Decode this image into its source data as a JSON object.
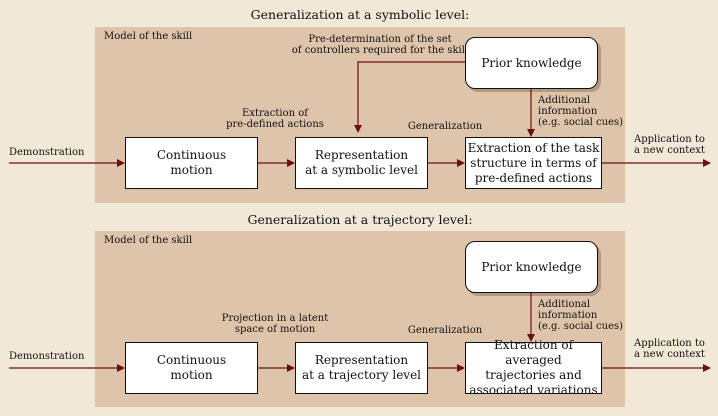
{
  "symbolic": {
    "heading": "Generalization at a symbolic level:",
    "panel_title": "Model of the skill",
    "demonstration": "Demonstration",
    "continuous_motion": "Continuous\nmotion",
    "representation": "Representation\nat a symbolic level",
    "extraction": "Extraction of the task\nstructure in terms of\npre-defined actions",
    "prior_knowledge": "Prior knowledge",
    "predetermination": "Pre-determination of the set\nof controllers required for the skill",
    "extraction_of_actions": "Extraction of\npre-defined actions",
    "generalization": "Generalization",
    "additional_info": "Additional\ninformation\n(e.g. social cues)",
    "application": "Application to\na new context"
  },
  "trajectory": {
    "heading": "Generalization at a trajectory level:",
    "panel_title": "Model of the skill",
    "demonstration": "Demonstration",
    "continuous_motion": "Continuous\nmotion",
    "representation": "Representation\nat a trajectory level",
    "extraction": "Extraction of averaged\ntrajectories and\nassociated variations",
    "prior_knowledge": "Prior knowledge",
    "projection": "Projection in a latent\nspace of motion",
    "generalization": "Generalization",
    "additional_info": "Additional\ninformation\n(e.g. social cues)",
    "application": "Application to\na new context"
  },
  "colors": {
    "arrow": "#6b1010",
    "panel": "#dfc4ac",
    "background": "#f2e8d7"
  }
}
